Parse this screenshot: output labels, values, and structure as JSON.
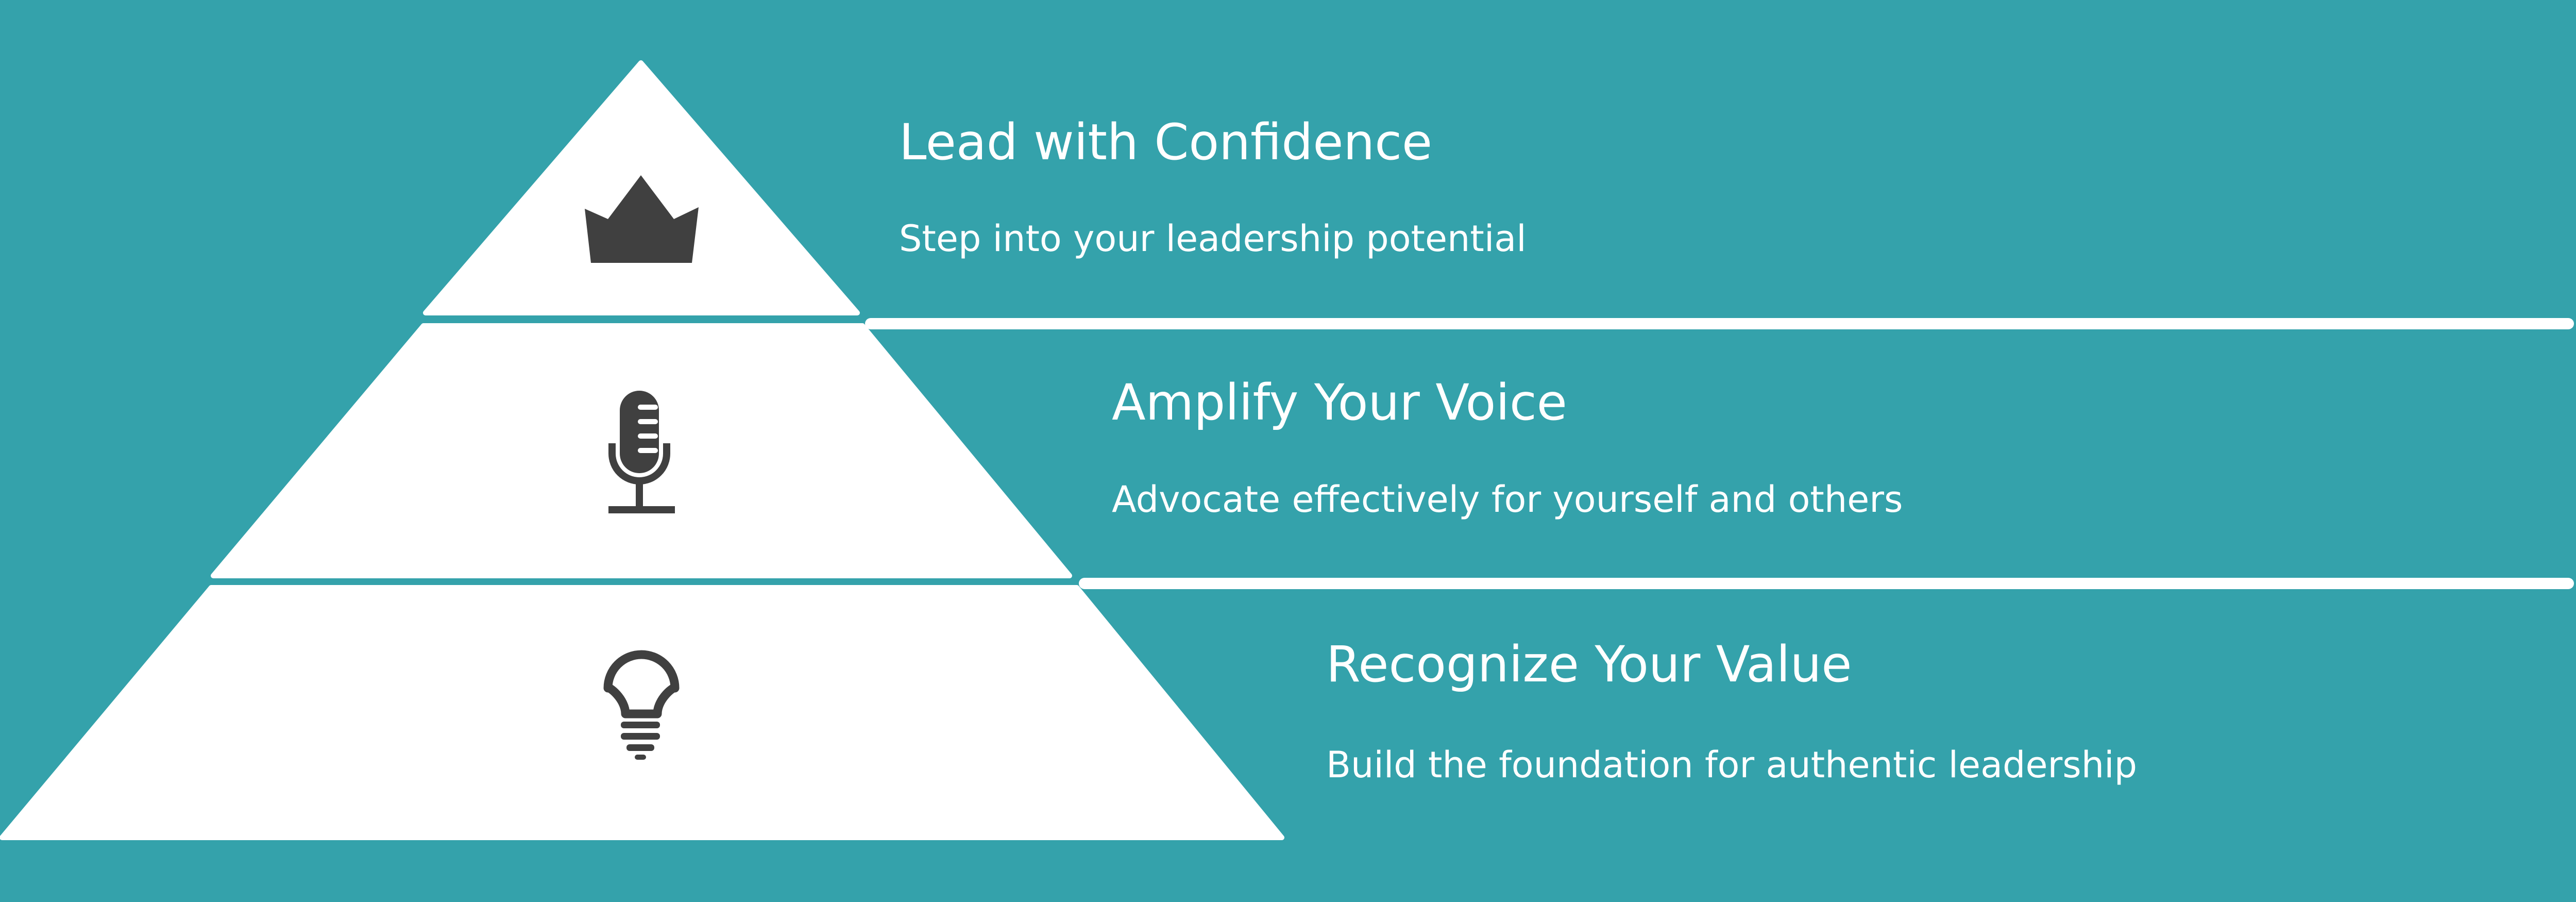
{
  "colors": {
    "background": "#34A2AB",
    "pyramid": "#FFFFFF",
    "icon": "#404040",
    "text": "#FFFFFF"
  },
  "tiers": [
    {
      "icon": "crown-icon",
      "title": "Lead with Confidence",
      "subtitle": "Step into your leadership potential"
    },
    {
      "icon": "microphone-icon",
      "title": "Amplify Your Voice",
      "subtitle": "Advocate effectively for yourself and others"
    },
    {
      "icon": "lightbulb-icon",
      "title": "Recognize Your Value",
      "subtitle": "Build the foundation for authentic leadership"
    }
  ]
}
